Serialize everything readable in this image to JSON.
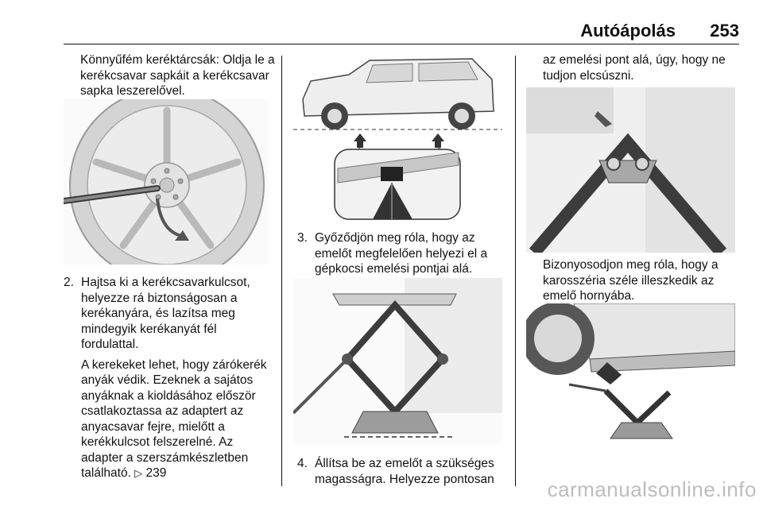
{
  "header": {
    "title": "Autóápolás",
    "page": "253"
  },
  "col1": {
    "intro": "Könnyűfém keréktárcsák: Oldja le a kerékcsavar sapkáit a kerékcsavar sapka leszerelővel.",
    "step2_num": "2.",
    "step2": "Hajtsa ki a kerékcsavarkulcsot, helyezze rá biztonságosan a kerékanyára, és lazítsa meg mindegyik kerékanyát fél fordulattal.",
    "step2_note": "A kerekeket lehet, hogy zárókerék anyák védik. Ezeknek a sajátos anyáknak a kioldásához először csatlakoztassa az adaptert az anyacsavar fejre, mielőtt a kerékkulcsot felszerelné. Az adapter a szerszámkészletben található.",
    "step2_ref": "239"
  },
  "col2": {
    "step3_num": "3.",
    "step3": "Győződjön meg róla, hogy az emelőt megfelelően helyezi el a gépkocsi emelési pontjai alá.",
    "step4_num": "4.",
    "step4": "Állítsa be az emelőt a szükséges magasságra. Helyezze pontosan"
  },
  "col3": {
    "cont": "az emelési pont alá, úgy, hogy ne tudjon elcsúszni.",
    "note": "Bizonyosodjon meg róla, hogy a karosszéria széle illeszkedik az emelő hornyába."
  },
  "footer": {
    "watermark": "carmanualsonline.info"
  }
}
